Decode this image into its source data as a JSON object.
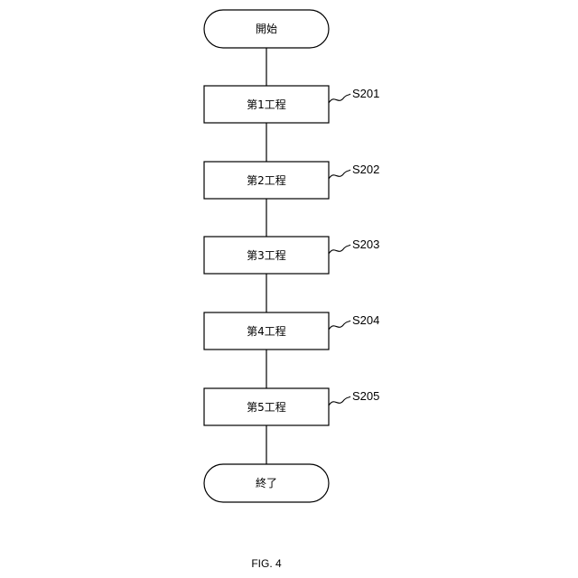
{
  "flowchart": {
    "start": {
      "label": "開始"
    },
    "steps": [
      {
        "label": "第1工程",
        "ref": "S201"
      },
      {
        "label": "第2工程",
        "ref": "S202"
      },
      {
        "label": "第3工程",
        "ref": "S203"
      },
      {
        "label": "第4工程",
        "ref": "S204"
      },
      {
        "label": "第5工程",
        "ref": "S205"
      }
    ],
    "end": {
      "label": "終了"
    }
  },
  "caption": "FIG. 4"
}
